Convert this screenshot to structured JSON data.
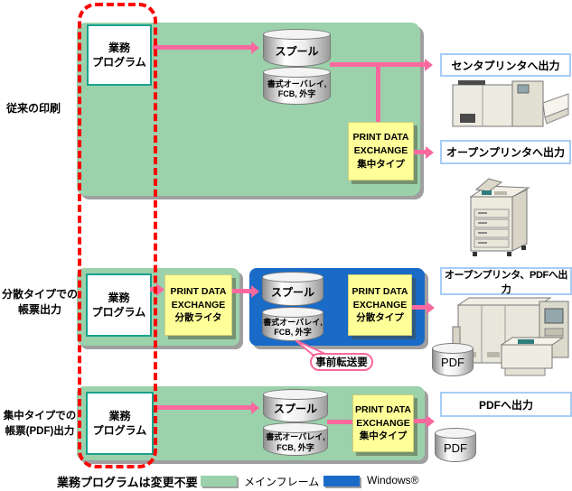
{
  "colors": {
    "mainframe_green": "#9bd1ab",
    "windows_blue": "#1a6bc7",
    "arrow_pink": "#f9699e",
    "highlight_yellow": "#ffff99",
    "outline_red": "#ff0000",
    "output_box_border_blue": "#a6cdf5",
    "program_box_border_teal": "#17a28d"
  },
  "conventional": {
    "section_label": "従来の印刷",
    "program": "業務\nプログラム",
    "spool": "スプール",
    "overlay": "書式オーバレイ,\nFCB, 外字",
    "pde_central": "PRINT DATA\nEXCHANGE\n集中タイプ",
    "output_center_printer": "センタプリンタへ出力",
    "output_open_printer": "オープンプリンタへ出力"
  },
  "distributed": {
    "section_label": "分散タイプでの\n帳票出力",
    "program": "業務\nプログラム",
    "pde_writer": "PRINT DATA\nEXCHANGE\n分散ライタ",
    "spool": "スプール",
    "overlay": "書式オーバレイ,\nFCB, 外字",
    "pde_distributed": "PRINT DATA\nEXCHANGE\n分散タイプ",
    "callout": "事前転送要",
    "output": "オープンプリンタ、PDFへ出力",
    "pdf_label": "PDF"
  },
  "central_pdf": {
    "section_label": "集中タイプでの\n帳票(PDF)出力",
    "program": "業務\nプログラム",
    "spool": "スプール",
    "overlay": "書式オーバレイ,\nFCB, 外字",
    "pde_central": "PRINT DATA\nEXCHANGE\n集中タイプ",
    "output": "PDFへ出力",
    "pdf_label": "PDF"
  },
  "legend": {
    "note": "業務プログラムは変更不要",
    "mainframe": "メインフレーム",
    "windows": "Windows®"
  },
  "icons": {
    "center_printer": "center-printer-illustration",
    "open_printer": "open-printer-illustration",
    "open_printer_pdf": "open-printer-pdf-illustration",
    "spool_cylinder": "database-cylinder",
    "pdf_cylinder": "pdf-cylinder"
  }
}
